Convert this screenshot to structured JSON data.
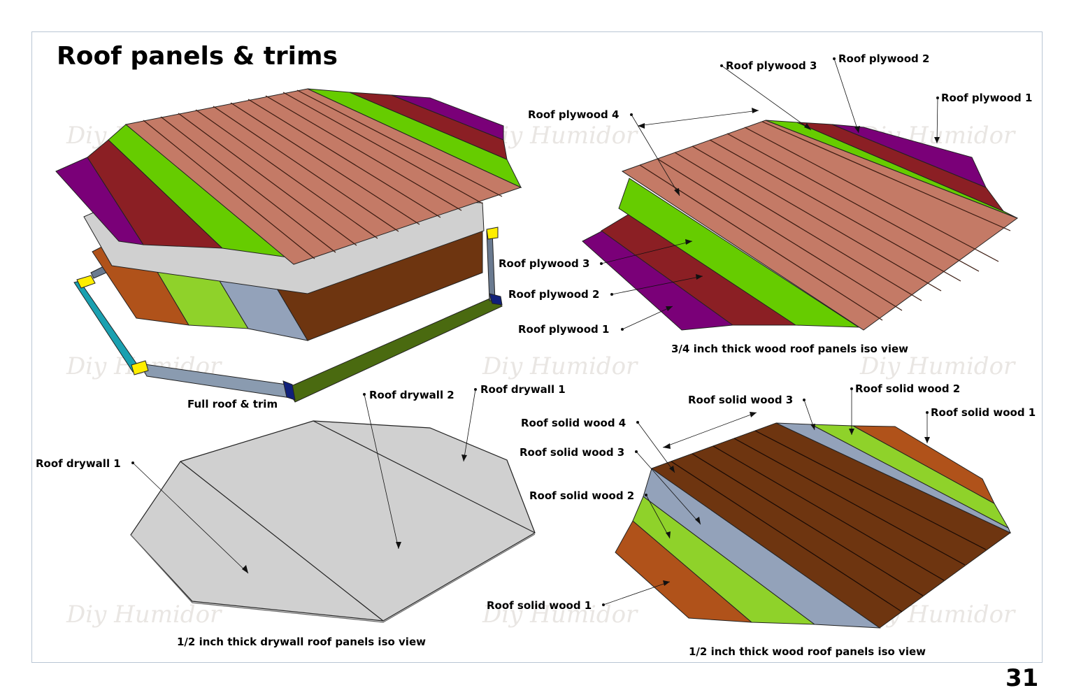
{
  "title": "Roof panels & trims",
  "page_number": "31",
  "watermark": "Diy Humidor",
  "colors": {
    "plywood_top": "#c47a66",
    "plywood_green": "#66cc00",
    "plywood_red": "#8b1f24",
    "plywood_purple": "#7a0078",
    "drywall": "#d0d0d0",
    "solid_dark": "#6e3510",
    "solid_blue": "#93a2ba",
    "solid_green": "#8fd22a",
    "solid_orange": "#b0521a",
    "trim_cyan": "#1aa0b0",
    "trim_yellow": "#ffee00",
    "trim_green": "#4a6a10"
  },
  "views": {
    "full": {
      "caption": "Full roof & trim"
    },
    "plywood": {
      "caption": "3/4 inch thick wood roof panels iso view",
      "labels": {
        "p1_top": "Roof plywood 1",
        "p2_top": "Roof plywood 2",
        "p3_top": "Roof plywood 3",
        "p4": "Roof plywood 4",
        "p3_left": "Roof plywood 3",
        "p2_left": "Roof plywood 2",
        "p1_left": "Roof plywood 1"
      }
    },
    "drywall": {
      "caption": "1/2 inch thick drywall roof panels iso view",
      "labels": {
        "d1_left": "Roof drywall 1",
        "d2": "Roof drywall 2",
        "d1_top": "Roof drywall 1"
      }
    },
    "solid": {
      "caption": "1/2 inch thick wood roof panels iso view",
      "labels": {
        "s3_top": "Roof solid wood 3",
        "s2_top": "Roof solid wood 2",
        "s1_top": "Roof solid wood 1",
        "s4": "Roof solid wood 4",
        "s3_left": "Roof solid wood 3",
        "s2_left": "Roof solid wood 2",
        "s1_left": "Roof solid wood 1"
      }
    }
  }
}
